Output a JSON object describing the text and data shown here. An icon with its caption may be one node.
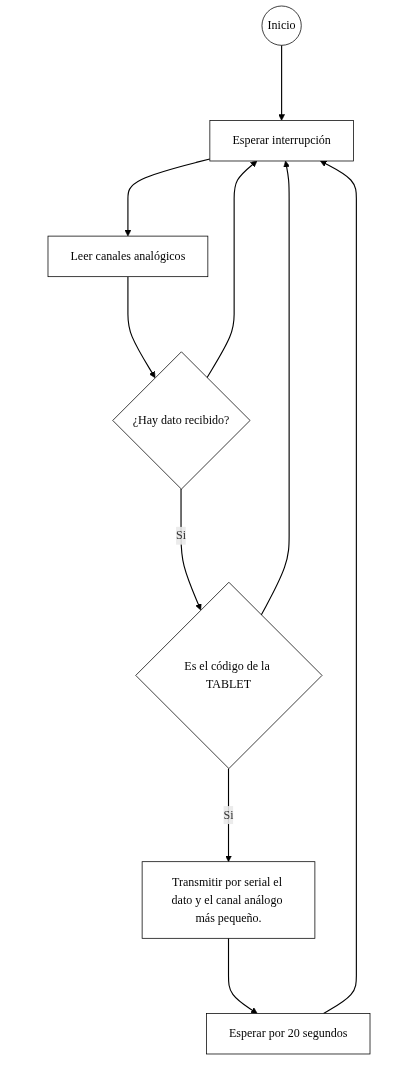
{
  "diagram": {
    "nodes": [
      {
        "text": [
          "Inicio"
        ]
      },
      {
        "text": [
          "Esperar interrupción"
        ]
      },
      {
        "text": [
          "Leer canales analógicos"
        ]
      },
      {
        "text": [
          "¿Hay dato recibido?"
        ]
      },
      {
        "text": [
          "Es el código de la TABLET"
        ]
      },
      {
        "text": [
          "Transmitir por serial el dato y el canal análogo más pequeño."
        ]
      },
      {
        "text": [
          "Esperar por 20 segundos"
        ]
      }
    ],
    "edges": [
      {
        "from": 0,
        "to": 1,
        "arrow": "to"
      },
      {
        "from": 1,
        "to": 2,
        "arrow": "to"
      },
      {
        "from": 2,
        "to": 3,
        "arrow": "to"
      },
      {
        "from": 3,
        "to": 4,
        "arrow": "to",
        "label": "Si"
      },
      {
        "from": 3,
        "to": 1,
        "arrow": "to"
      },
      {
        "from": 4,
        "to": 5,
        "arrow": "to",
        "label": "Si"
      },
      {
        "from": 4,
        "to": 1,
        "arrow": "to"
      },
      {
        "from": 5,
        "to": 6,
        "arrow": "to"
      },
      {
        "from": 6,
        "to": 1,
        "arrow": "to"
      }
    ]
  }
}
